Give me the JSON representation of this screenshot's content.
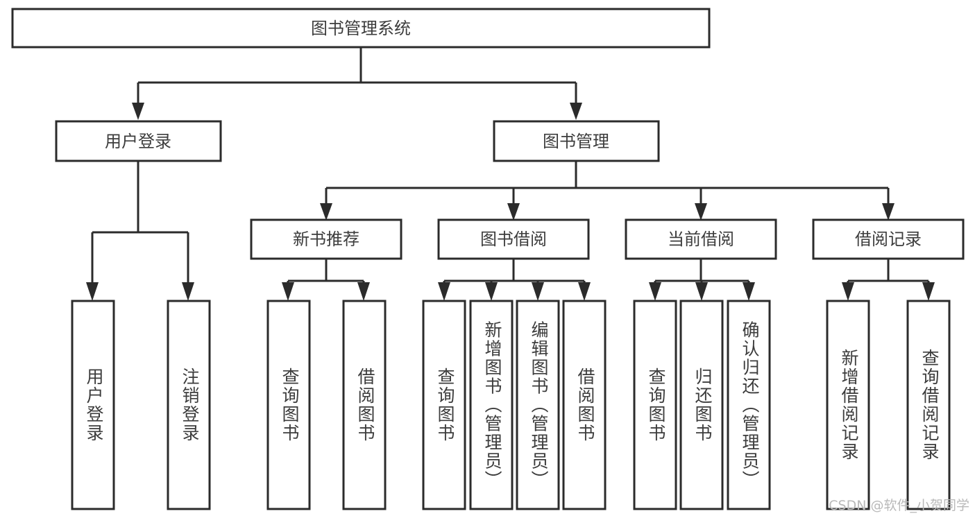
{
  "diagram": {
    "title": "图书管理系统",
    "type": "tree",
    "orientation": "top-down",
    "background_color": "#ffffff",
    "box_stroke_color": "#2b2b2b",
    "box_fill_color": "#ffffff",
    "text_color": "#3c3c3c",
    "connector_color": "#2b2b2b"
  },
  "nodes": {
    "root": {
      "label": "图书管理系统",
      "level": 0,
      "orientation": "horizontal"
    },
    "l1": [
      {
        "id": "user-login",
        "label": "用户登录",
        "level": 1,
        "orientation": "horizontal"
      },
      {
        "id": "book-manage",
        "label": "图书管理",
        "level": 1,
        "orientation": "horizontal"
      }
    ],
    "l2": [
      {
        "id": "new-book-recommend",
        "label": "新书推荐",
        "level": 2,
        "orientation": "horizontal"
      },
      {
        "id": "book-borrow",
        "label": "图书借阅",
        "level": 2,
        "orientation": "horizontal"
      },
      {
        "id": "current-borrow",
        "label": "当前借阅",
        "level": 2,
        "orientation": "horizontal"
      },
      {
        "id": "borrow-record",
        "label": "借阅记录",
        "level": 2,
        "orientation": "horizontal"
      }
    ],
    "leaves": {
      "user-login": [
        {
          "id": "leaf-user-login",
          "label": "用户登录"
        },
        {
          "id": "leaf-user-logout",
          "label": "注销登录"
        }
      ],
      "new-book-recommend": [
        {
          "id": "leaf-query-book-1",
          "label": "查询图书"
        },
        {
          "id": "leaf-borrow-book-1",
          "label": "借阅图书"
        }
      ],
      "book-borrow": [
        {
          "id": "leaf-query-book-2",
          "label": "查询图书"
        },
        {
          "id": "leaf-add-book",
          "label": "新增图书（管理员）"
        },
        {
          "id": "leaf-edit-book",
          "label": "编辑图书（管理员）"
        },
        {
          "id": "leaf-borrow-book-2",
          "label": "借阅图书"
        }
      ],
      "current-borrow": [
        {
          "id": "leaf-query-book-3",
          "label": "查询图书"
        },
        {
          "id": "leaf-return-book",
          "label": "归还图书"
        },
        {
          "id": "leaf-confirm-return",
          "label": "确认归还（管理员）"
        }
      ],
      "borrow-record": [
        {
          "id": "leaf-add-record",
          "label": "新增借阅记录"
        },
        {
          "id": "leaf-query-record",
          "label": "查询借阅记录"
        }
      ]
    }
  },
  "watermark": {
    "text": "CSDN @软件_小贺同学"
  }
}
